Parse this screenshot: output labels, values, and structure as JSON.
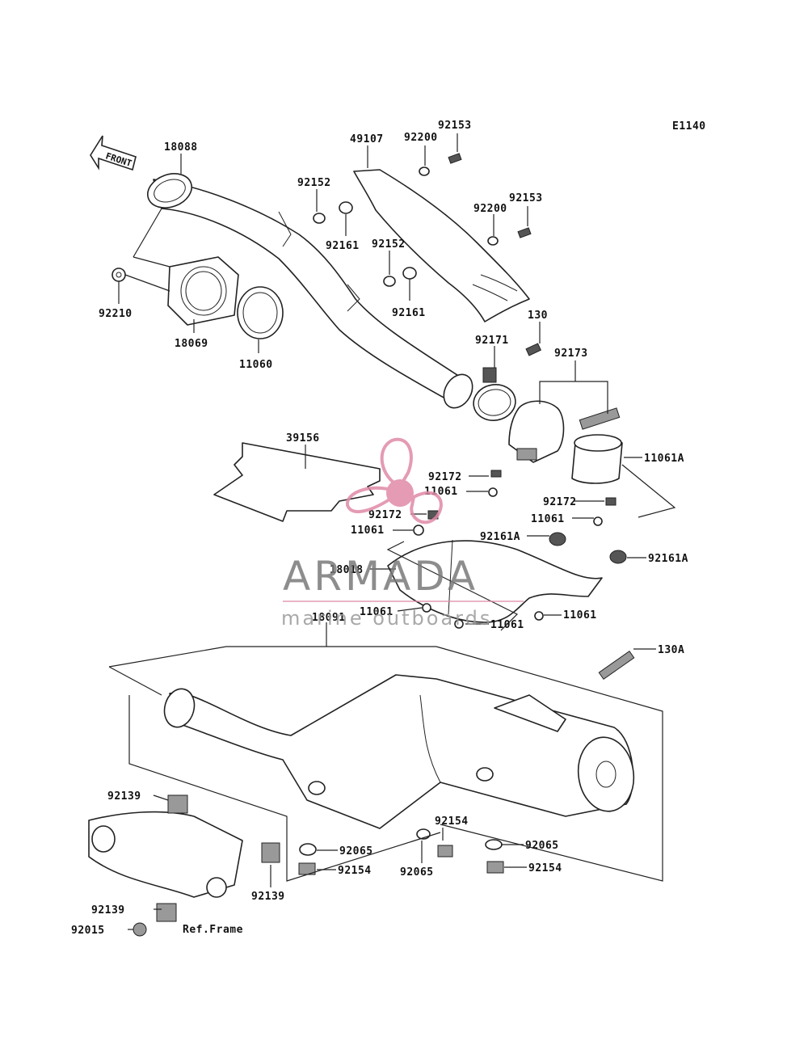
{
  "diagram": {
    "code": "E1140",
    "front_label": "FRONT",
    "ref_frame": "Ref.Frame"
  },
  "labels": [
    {
      "id": "l18088",
      "text": "18088"
    },
    {
      "id": "l49107",
      "text": "49107"
    },
    {
      "id": "l92200a",
      "text": "92200"
    },
    {
      "id": "l92153a",
      "text": "92153"
    },
    {
      "id": "l92152a",
      "text": "92152"
    },
    {
      "id": "l92161a",
      "text": "92161"
    },
    {
      "id": "l92153b",
      "text": "92153"
    },
    {
      "id": "l92200b",
      "text": "92200"
    },
    {
      "id": "l92152b",
      "text": "92152"
    },
    {
      "id": "l92161b",
      "text": "92161"
    },
    {
      "id": "l92210",
      "text": "92210"
    },
    {
      "id": "l18069",
      "text": "18069"
    },
    {
      "id": "l11060",
      "text": "11060"
    },
    {
      "id": "l130",
      "text": "130"
    },
    {
      "id": "l92171",
      "text": "92171"
    },
    {
      "id": "l92173",
      "text": "92173"
    },
    {
      "id": "l11061A",
      "text": "11061A"
    },
    {
      "id": "l39156",
      "text": "39156"
    },
    {
      "id": "l92172a",
      "text": "92172"
    },
    {
      "id": "l11061a",
      "text": "11061"
    },
    {
      "id": "l92172b",
      "text": "92172"
    },
    {
      "id": "l11061b",
      "text": "11061"
    },
    {
      "id": "l92172c",
      "text": "92172"
    },
    {
      "id": "l11061c",
      "text": "11061"
    },
    {
      "id": "l92161Aa",
      "text": "92161A"
    },
    {
      "id": "l92161Ab",
      "text": "92161A"
    },
    {
      "id": "l18018",
      "text": "18018"
    },
    {
      "id": "l11061d",
      "text": "11061"
    },
    {
      "id": "l18091",
      "text": "18091"
    },
    {
      "id": "l11061e",
      "text": "11061"
    },
    {
      "id": "l11061f",
      "text": "11061"
    },
    {
      "id": "l130A",
      "text": "130A"
    },
    {
      "id": "l92139a",
      "text": "92139"
    },
    {
      "id": "l92154a",
      "text": "92154"
    },
    {
      "id": "l92065a",
      "text": "92065"
    },
    {
      "id": "l92065b",
      "text": "92065"
    },
    {
      "id": "l92154b",
      "text": "92154"
    },
    {
      "id": "l92065c",
      "text": "92065"
    },
    {
      "id": "l92154c",
      "text": "92154"
    },
    {
      "id": "l92139b",
      "text": "92139"
    },
    {
      "id": "l92139c",
      "text": "92139"
    },
    {
      "id": "l92015",
      "text": "92015"
    }
  ],
  "watermark": {
    "brand": "ARMADA",
    "tagline": "marine outboards",
    "brand_color": "#7a7a7a",
    "accent_color": "#e08aa6"
  }
}
